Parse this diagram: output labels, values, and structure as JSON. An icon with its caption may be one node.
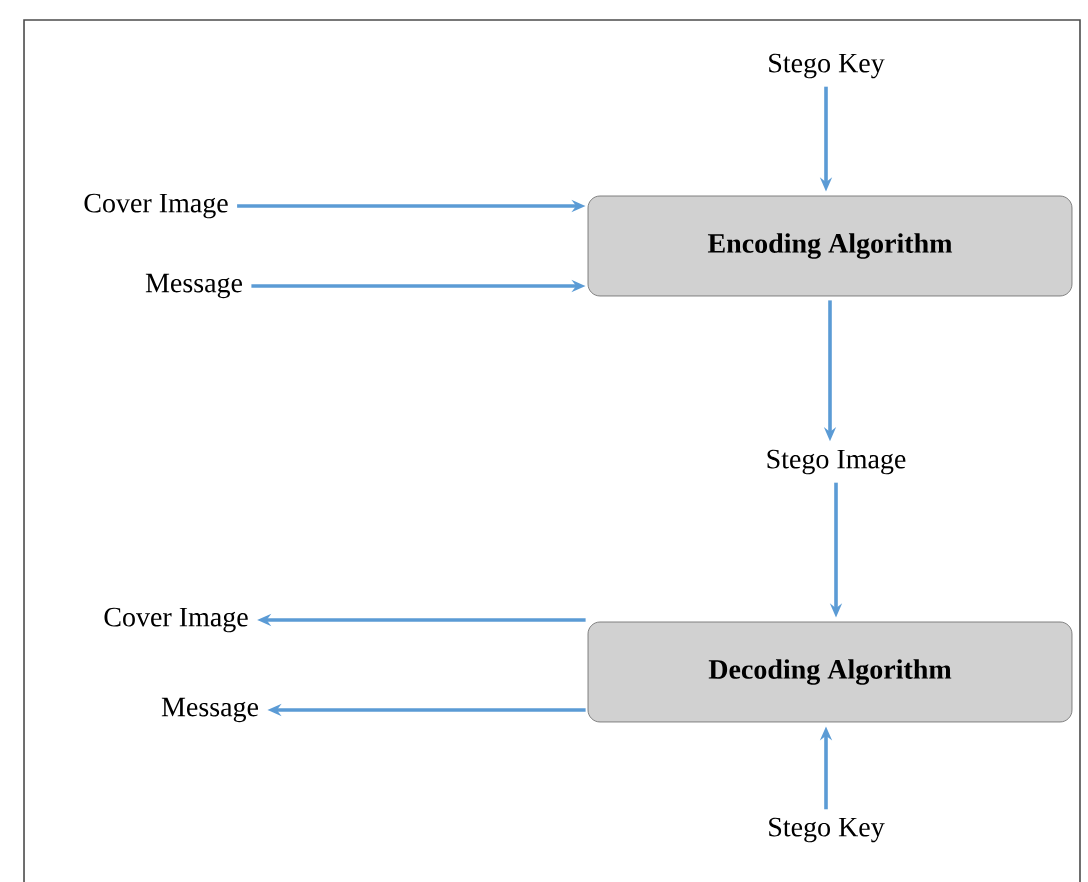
{
  "diagram": {
    "nodes": [
      {
        "text": [
          "Stego Key"
        ]
      },
      {
        "text": [
          "Cover Image"
        ]
      },
      {
        "text": [
          "Message"
        ]
      },
      {
        "text": [
          "Encoding Algorithm"
        ]
      },
      {
        "text": [
          "Stego Image"
        ]
      },
      {
        "text": [
          "Cover Image"
        ]
      },
      {
        "text": [
          "Message"
        ]
      },
      {
        "text": [
          "Decoding Algorithm"
        ]
      },
      {
        "text": [
          "Stego Key"
        ]
      }
    ],
    "edges": [
      {
        "from": 0,
        "to": 3,
        "arrow": "to"
      },
      {
        "from": 1,
        "to": 3,
        "arrow": "to"
      },
      {
        "from": 2,
        "to": 3,
        "arrow": "to"
      },
      {
        "from": 3,
        "to": 4,
        "arrow": "to"
      },
      {
        "from": 4,
        "to": 7,
        "arrow": "to"
      },
      {
        "from": 7,
        "to": 5,
        "arrow": "to"
      },
      {
        "from": 7,
        "to": 6,
        "arrow": "to"
      },
      {
        "from": 8,
        "to": 7,
        "arrow": "to"
      }
    ]
  }
}
